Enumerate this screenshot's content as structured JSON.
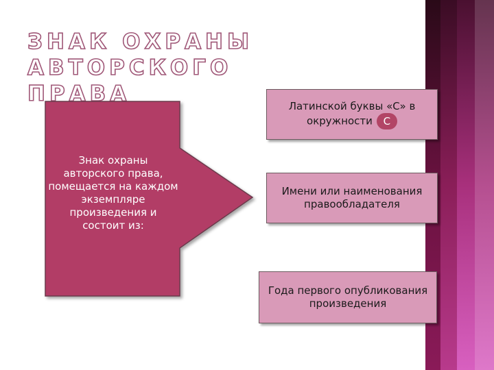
{
  "title": {
    "line1": "ЗНАК ОХРАНЫ АВТОРСКОГО",
    "line2": "ПРАВА"
  },
  "arrow": {
    "text": "Знак охраны авторского права, помещается на каждом экземпляре произведения и состоит из:"
  },
  "boxes": [
    {
      "text_line1": "Латинской буквы «C» в",
      "text_line2": "окружности",
      "badge": "C"
    },
    {
      "text": "Имени или наименования правообладателя"
    },
    {
      "text": "Года первого опубликования произведения"
    }
  ],
  "colors": {
    "arrow_fill": "#b23c66",
    "box_fill": "#d99ab8",
    "badge_fill": "#b24566",
    "stripes": [
      "#7d1848",
      "#a32464",
      "#c640a0",
      "#e070c8"
    ]
  }
}
